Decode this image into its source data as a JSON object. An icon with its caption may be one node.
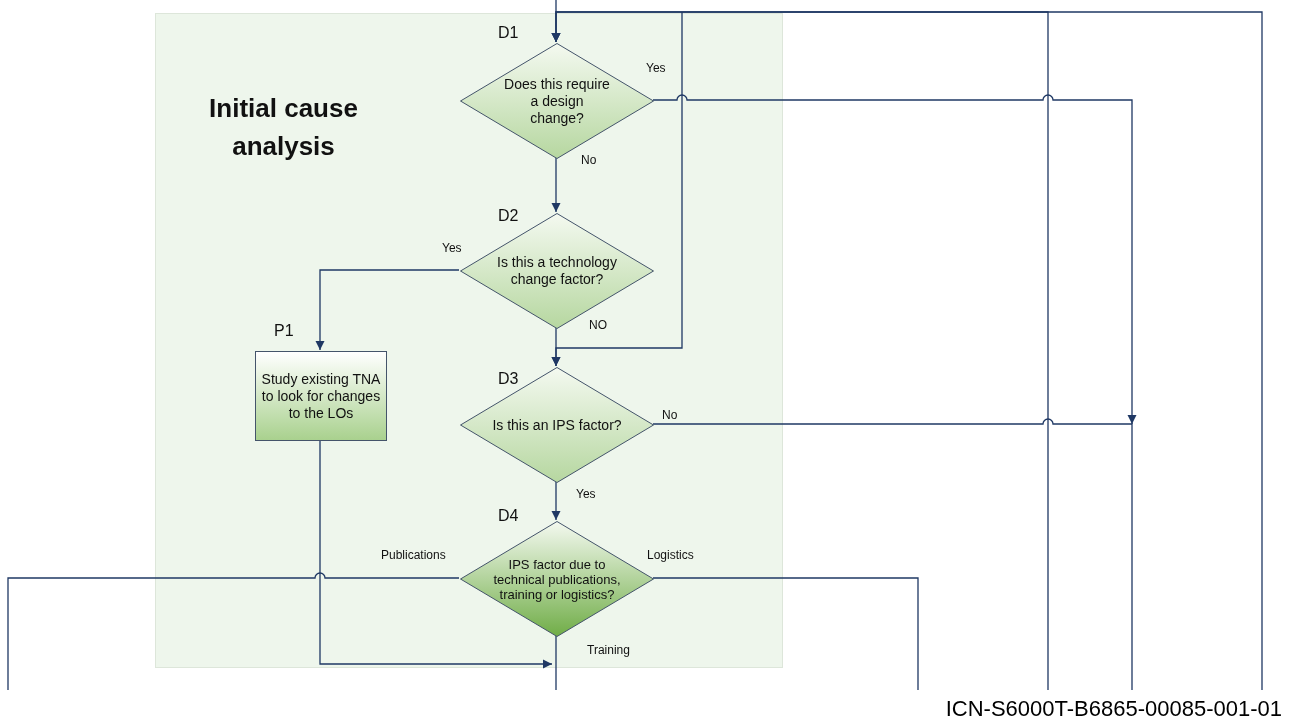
{
  "diagram": {
    "nodes": [
      {
        "text": [
          "Initial cause analysis"
        ]
      },
      {
        "text": [
          "Does this require a design change?"
        ],
        "in": 0,
        "beside": [
          "D1"
        ]
      },
      {
        "text": [
          "Is this a technology change factor?"
        ],
        "in": 0,
        "beside": [
          "D2"
        ]
      },
      {
        "text": [
          "Study existing TNA to look for changes to the LOs"
        ],
        "in": 0,
        "beside": [
          "P1"
        ]
      },
      {
        "text": [
          "Is this an IPS factor?"
        ],
        "in": 0,
        "beside": [
          "D3"
        ]
      },
      {
        "text": [
          "IPS factor due to technical publications, training or logistics?"
        ],
        "in": 0,
        "beside": [
          "D4"
        ]
      }
    ],
    "edges": [
      {
        "from": null,
        "to": 1,
        "arrow": "to"
      },
      {
        "from": null,
        "to": 1,
        "arrow": "to"
      },
      {
        "from": null,
        "to": 1,
        "arrow": "to"
      },
      {
        "from": 1,
        "to": 2,
        "arrow": "to",
        "label": "No"
      },
      {
        "from": 1,
        "to": null,
        "arrow": "to",
        "label": "Yes"
      },
      {
        "from": 2,
        "to": 3,
        "arrow": "to",
        "label": "Yes"
      },
      {
        "from": 2,
        "to": 4,
        "arrow": "to",
        "label": "NO"
      },
      {
        "from": null,
        "to": 4,
        "arrow": "to"
      },
      {
        "from": 4,
        "to": null,
        "arrow": "none",
        "label": "No"
      },
      {
        "from": 4,
        "to": 5,
        "arrow": "to",
        "label": "Yes"
      },
      {
        "from": 5,
        "to": null,
        "arrow": "none",
        "label": "Publications"
      },
      {
        "from": 5,
        "to": null,
        "arrow": "none",
        "label": "Training"
      },
      {
        "from": 5,
        "to": null,
        "arrow": "none",
        "label": "Logistics"
      },
      {
        "from": 3,
        "to": null,
        "arrow": "to"
      }
    ],
    "labels": [
      "ICN-S6000T-B6865-00085-001-01"
    ]
  }
}
